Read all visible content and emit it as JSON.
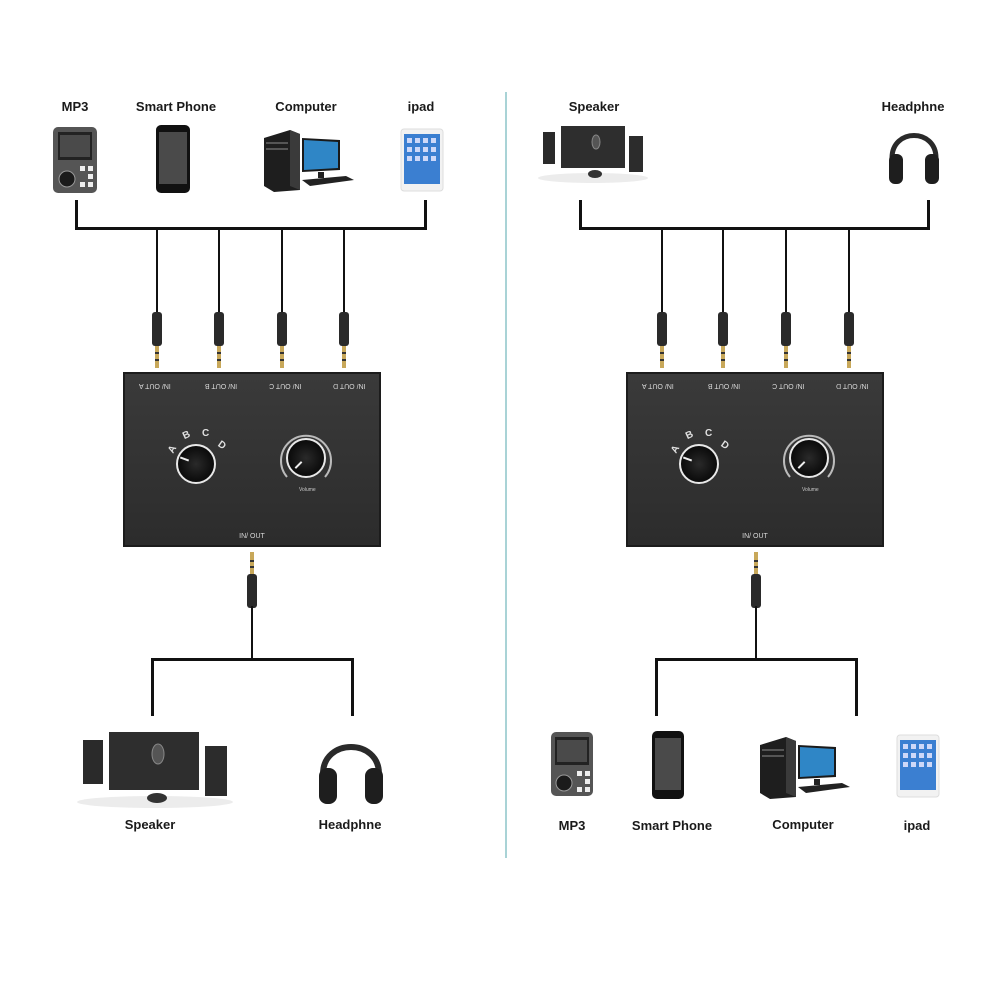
{
  "left_diagram": {
    "top_devices": [
      {
        "label": "MP3",
        "icon": "mp3-player-icon"
      },
      {
        "label": "Smart Phone",
        "icon": "smartphone-icon"
      },
      {
        "label": "Computer",
        "icon": "desktop-computer-icon"
      },
      {
        "label": "ipad",
        "icon": "tablet-icon"
      }
    ],
    "switch": {
      "ports": [
        "IN/ OUT A",
        "IN/ OUT B",
        "IN/ OUT C",
        "IN/ OUT D"
      ],
      "selector_letters": [
        "A",
        "B",
        "C",
        "D"
      ],
      "volume_label": "Volume",
      "common_port": "IN/ OUT"
    },
    "bottom_devices": [
      {
        "label": "Speaker",
        "icon": "speaker-system-icon"
      },
      {
        "label": "Headphne",
        "icon": "headphones-icon"
      }
    ]
  },
  "right_diagram": {
    "top_devices": [
      {
        "label": "Speaker",
        "icon": "speaker-system-icon"
      },
      {
        "label": "Headphne",
        "icon": "headphones-icon"
      }
    ],
    "switch": {
      "ports": [
        "IN/ OUT A",
        "IN/ OUT B",
        "IN/ OUT C",
        "IN/ OUT D"
      ],
      "selector_letters": [
        "A",
        "B",
        "C",
        "D"
      ],
      "volume_label": "Volume",
      "common_port": "IN/ OUT"
    },
    "bottom_devices": [
      {
        "label": "MP3",
        "icon": "mp3-player-icon"
      },
      {
        "label": "Smart Phone",
        "icon": "smartphone-icon"
      },
      {
        "label": "Computer",
        "icon": "desktop-computer-icon"
      },
      {
        "label": "ipad",
        "icon": "tablet-icon"
      }
    ]
  },
  "colors": {
    "divider": "#a9d3d6",
    "cable": "#111111",
    "panel": "#333333"
  }
}
